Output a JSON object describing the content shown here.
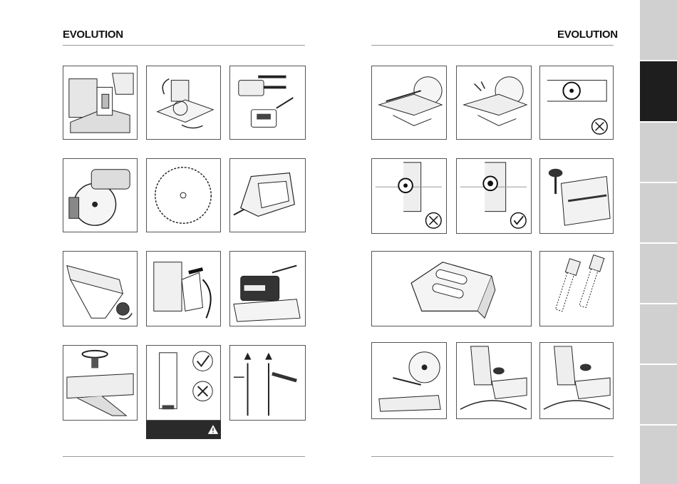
{
  "header": {
    "left_logo": "EVOLUTION",
    "right_logo": "EVOLUTION"
  },
  "left_page": {
    "figures": [
      {
        "name": "handle-closeup",
        "icon": "handle-closeup-icon"
      },
      {
        "name": "saw-rotation",
        "icon": "saw-rotation-icon"
      },
      {
        "name": "handle-parts",
        "icon": "handle-parts-icon"
      },
      {
        "name": "saw-head-side",
        "icon": "saw-head-icon"
      },
      {
        "name": "saw-blade",
        "icon": "saw-blade-icon"
      },
      {
        "name": "dust-bag-adapter",
        "icon": "dust-adapter-icon"
      },
      {
        "name": "fence-knob",
        "icon": "fence-knob-icon"
      },
      {
        "name": "blade-guard-raise",
        "icon": "blade-guard-icon"
      },
      {
        "name": "laser-unit",
        "icon": "laser-unit-icon"
      },
      {
        "name": "clamp-knob",
        "icon": "clamp-knob-icon"
      },
      {
        "name": "rod-check",
        "icon": "rod-check-icon"
      },
      {
        "name": "rod-tool",
        "icon": "rod-tool-icon"
      }
    ],
    "warning_icon": "warning-triangle-icon"
  },
  "right_page": {
    "figures": [
      {
        "name": "saw-slide-1",
        "icon": "saw-slide-icon"
      },
      {
        "name": "saw-slide-2",
        "icon": "saw-slide-icon"
      },
      {
        "name": "bolt-wrong",
        "icon": "cross-icon"
      },
      {
        "name": "bolt-wrong-2",
        "icon": "cross-icon"
      },
      {
        "name": "bolt-right",
        "icon": "check-icon"
      },
      {
        "name": "knob-screw",
        "icon": "knob-screw-icon"
      },
      {
        "name": "cover-plate",
        "icon": "cover-plate-icon"
      },
      {
        "name": "hex-bolts",
        "icon": "hex-bolt-icon"
      },
      {
        "name": "saw-front",
        "icon": "saw-front-icon"
      },
      {
        "name": "bevel-lock-1",
        "icon": "bevel-lock-icon"
      },
      {
        "name": "bevel-lock-2",
        "icon": "bevel-lock-icon"
      }
    ]
  },
  "side_tabs": {
    "count": 8,
    "active_index": 1
  },
  "colors": {
    "rule": "#9a9a9a",
    "panel_border": "#555555",
    "tab_inactive": "#d0d0d0",
    "tab_active": "#1e1e1e"
  }
}
